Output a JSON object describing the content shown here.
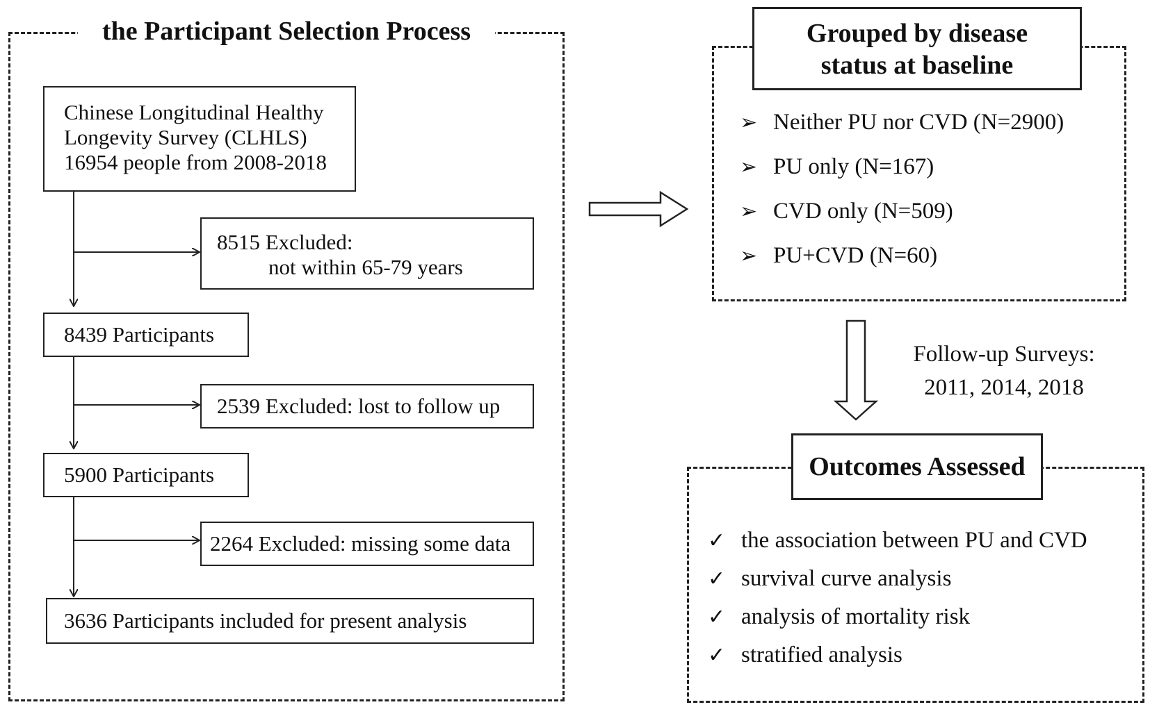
{
  "left_panel": {
    "title": "the Participant Selection Process",
    "source": {
      "line1": "Chinese Longitudinal Healthy",
      "line2": "Longevity Survey (CLHLS)",
      "line3": "16954 people from 2008-2018"
    },
    "exclusion1": {
      "line1": "8515 Excluded:",
      "line2": "not within 65-79 years"
    },
    "step1": "8439 Participants",
    "exclusion2": "2539 Excluded: lost to follow up",
    "step2": "5900 Participants",
    "exclusion3": "2264 Excluded: missing some data",
    "final": "3636 Participants included for present analysis"
  },
  "groups_panel": {
    "title_line1": "Grouped by disease",
    "title_line2": "status at baseline",
    "bullet_icon": "arrowhead-bullet-icon",
    "items": [
      "Neither PU nor CVD  (N=2900)",
      "PU only (N=167)",
      "CVD only (N=509)",
      "PU+CVD (N=60)"
    ]
  },
  "follow_up": {
    "line1": "Follow-up Surveys:",
    "line2": "2011, 2014, 2018"
  },
  "outcomes_panel": {
    "title": "Outcomes Assessed",
    "bullet_icon": "checkmark-icon",
    "items": [
      "the association between PU and CVD",
      "survival curve analysis",
      "analysis of mortality risk",
      "stratified analysis"
    ]
  }
}
